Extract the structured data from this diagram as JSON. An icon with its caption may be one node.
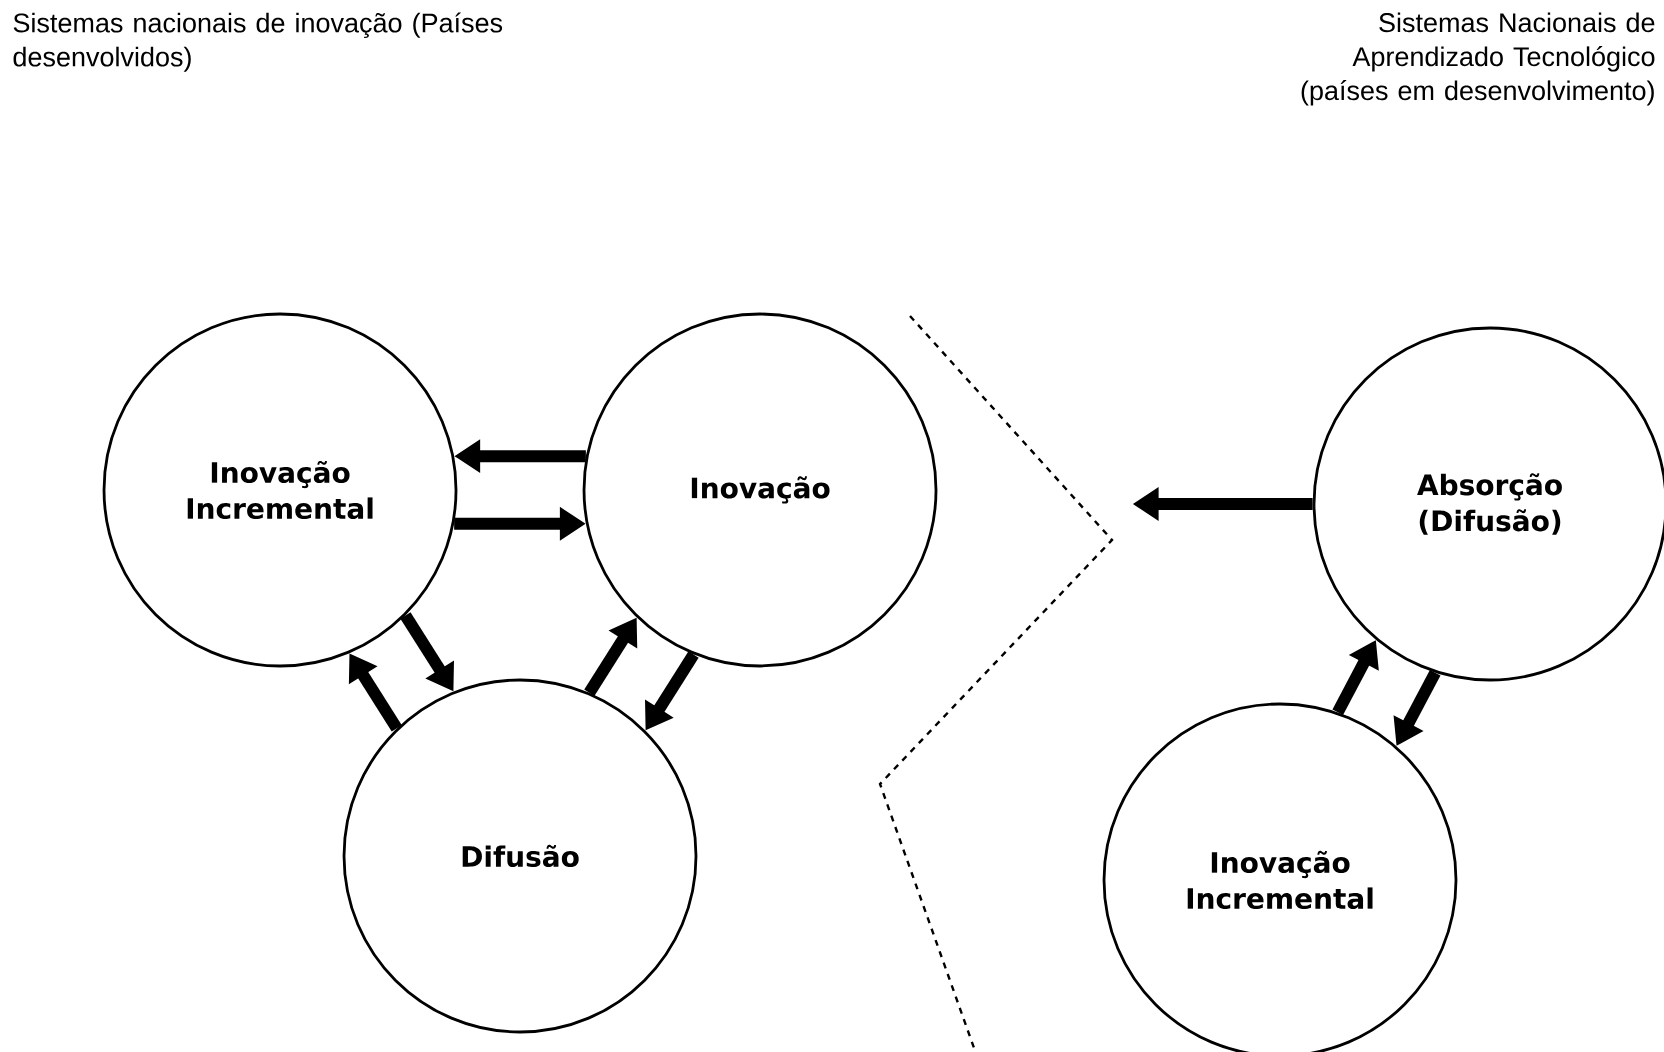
{
  "diagram": {
    "nodes": [
      {
        "text": [
          "Inovação Incremental"
        ]
      },
      {
        "text": [
          "Inovação"
        ]
      },
      {
        "text": [
          "Difusão"
        ]
      },
      {
        "text": [
          "Absorção (Difusão)"
        ]
      },
      {
        "text": [
          "Inovação Incremental"
        ]
      }
    ],
    "edges": [
      {
        "from": 1,
        "to": 0,
        "arrow": "to"
      },
      {
        "from": 0,
        "to": 1,
        "arrow": "to"
      },
      {
        "from": 0,
        "to": 2,
        "arrow": "to"
      },
      {
        "from": 2,
        "to": 0,
        "arrow": "to"
      },
      {
        "from": 1,
        "to": 2,
        "arrow": "to"
      },
      {
        "from": 2,
        "to": 1,
        "arrow": "to"
      },
      {
        "from": 3,
        "to": null,
        "arrow": "to"
      },
      {
        "from": 3,
        "to": 4,
        "arrow": "to"
      },
      {
        "from": 4,
        "to": 3,
        "arrow": "to"
      }
    ],
    "labels": [
      "Sistemas nacionais de inovação (Países desenvolvidos)",
      "Sistemas Nacionais de Aprendizado Tecnológico (países em desenvolvimento)"
    ]
  }
}
